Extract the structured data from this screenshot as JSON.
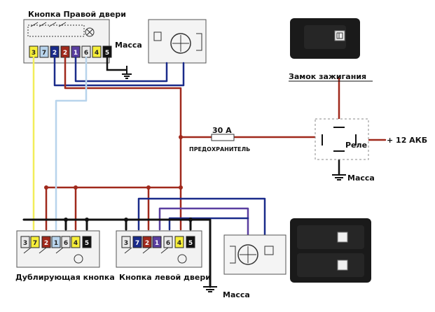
{
  "colors": {
    "red_wire": "#a0291c",
    "blue_wire": "#1a2b8a",
    "black_wire": "#111111",
    "yellow_wire": "#f2ee5a",
    "lightblue_wire": "#b8d4ec",
    "purple_wire": "#5a3fa0"
  },
  "labels": {
    "right_door_button": "Кнопка Правой двери",
    "mass_top": "Масса",
    "ignition_lock": "Замок зажигания",
    "fuse_rating": "30 А",
    "fuse_label": "ПРЕДОХРАНИТЕЛЬ",
    "relay_label": "Реле",
    "battery_label": "+ 12  АКБ",
    "mass_relay": "Масса",
    "dup_button": "Дублирующая кнопка",
    "left_door_button": "Кнопка левой двери",
    "mass_bottom": "Масса"
  },
  "pins_right_door": [
    "3",
    "7",
    "2",
    "2",
    "1",
    "6",
    "4",
    "5"
  ],
  "pins_dup": [
    "3",
    "7",
    "2",
    "1",
    "6",
    "4",
    "5"
  ],
  "pins_left_door": [
    "3",
    "7",
    "2",
    "1",
    "6",
    "4",
    "5"
  ],
  "icons": [
    "motor-icon",
    "lamp-icon",
    "window-switch-photo",
    "ground-icon",
    "fuse-icon",
    "relay-icon"
  ]
}
